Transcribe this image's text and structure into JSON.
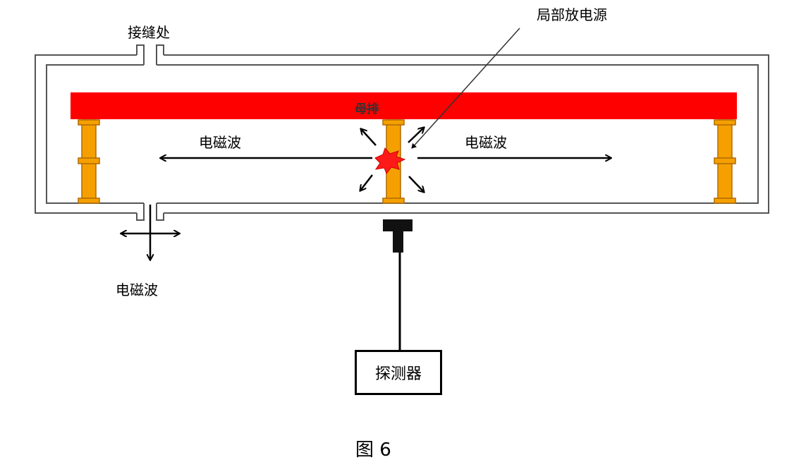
{
  "labels": {
    "joint": "接缝处",
    "pd_source": "局部放电源",
    "busbar": "母排",
    "em_wave_left": "电磁波",
    "em_wave_right": "电磁波",
    "em_wave_joint": "电磁波",
    "detector": "探测器",
    "caption": "图 6"
  },
  "colors": {
    "busbar": "#ff0000",
    "insulator": "#f5a000",
    "insulator_edge": "#b06a00",
    "discharge": "#ff1a1a",
    "enclosure": "#555555"
  }
}
